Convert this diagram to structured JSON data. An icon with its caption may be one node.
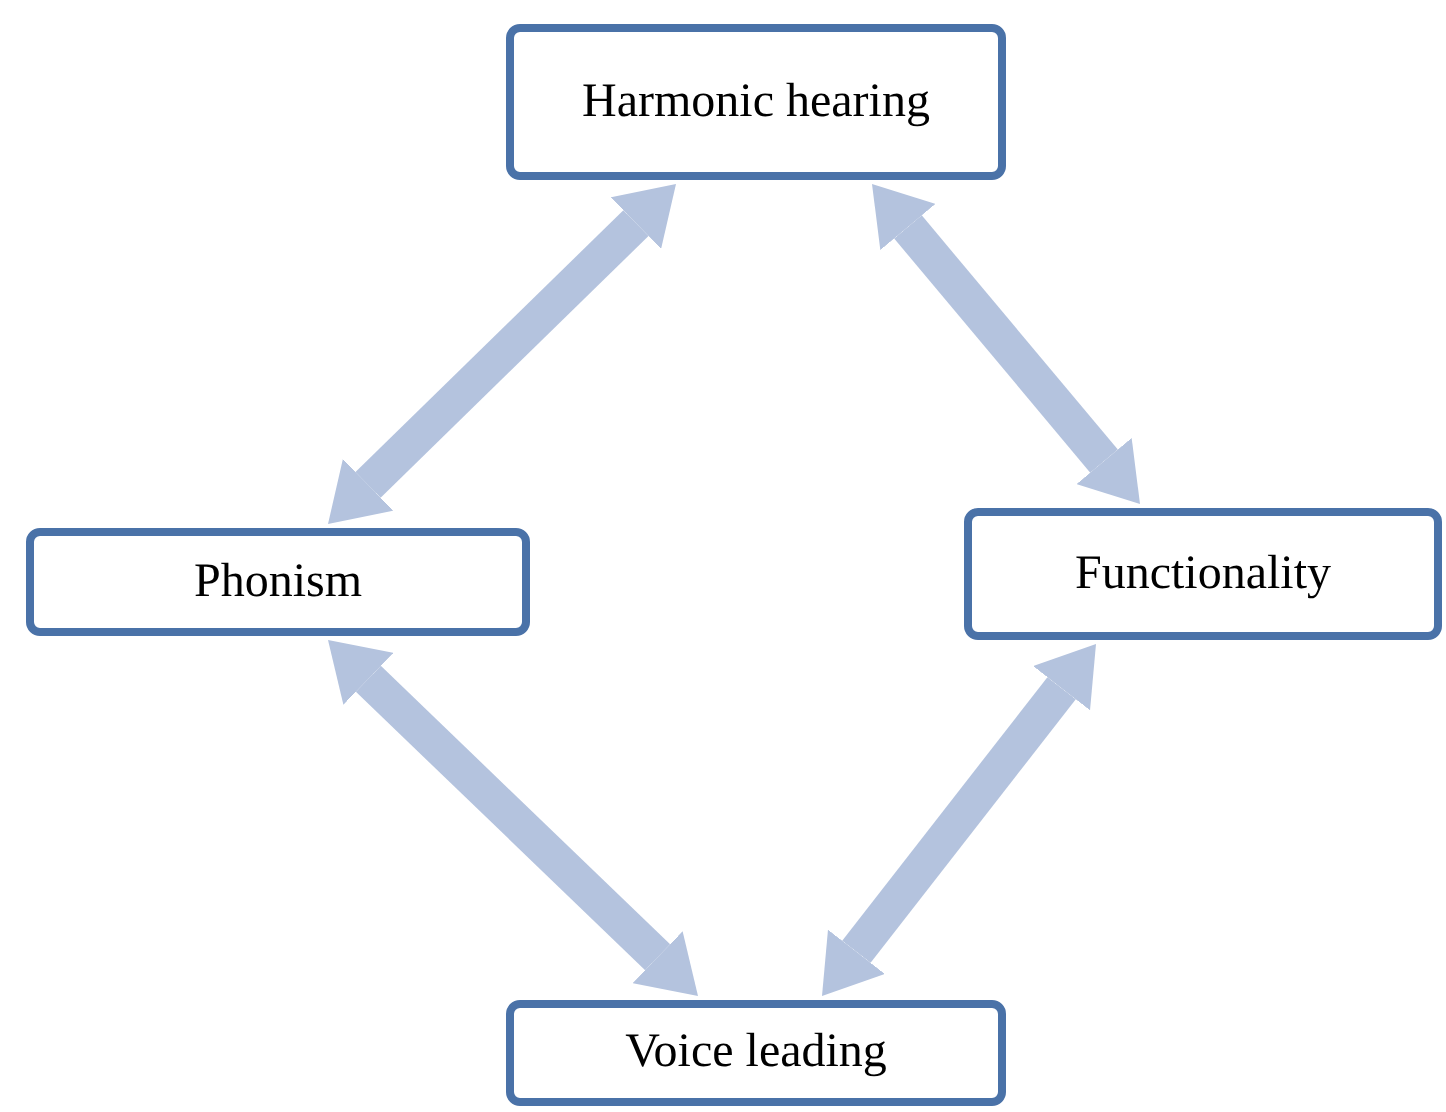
{
  "diagram": {
    "nodes": [
      {
        "text": [
          "Harmonic hearing"
        ]
      },
      {
        "text": [
          "Phonism"
        ]
      },
      {
        "text": [
          "Functionality"
        ]
      },
      {
        "text": [
          "Voice leading"
        ]
      }
    ],
    "edges": [
      {
        "from": 0,
        "to": 1,
        "arrow": "both"
      },
      {
        "from": 0,
        "to": 2,
        "arrow": "both"
      },
      {
        "from": 1,
        "to": 3,
        "arrow": "both"
      },
      {
        "from": 2,
        "to": 3,
        "arrow": "both"
      }
    ]
  }
}
